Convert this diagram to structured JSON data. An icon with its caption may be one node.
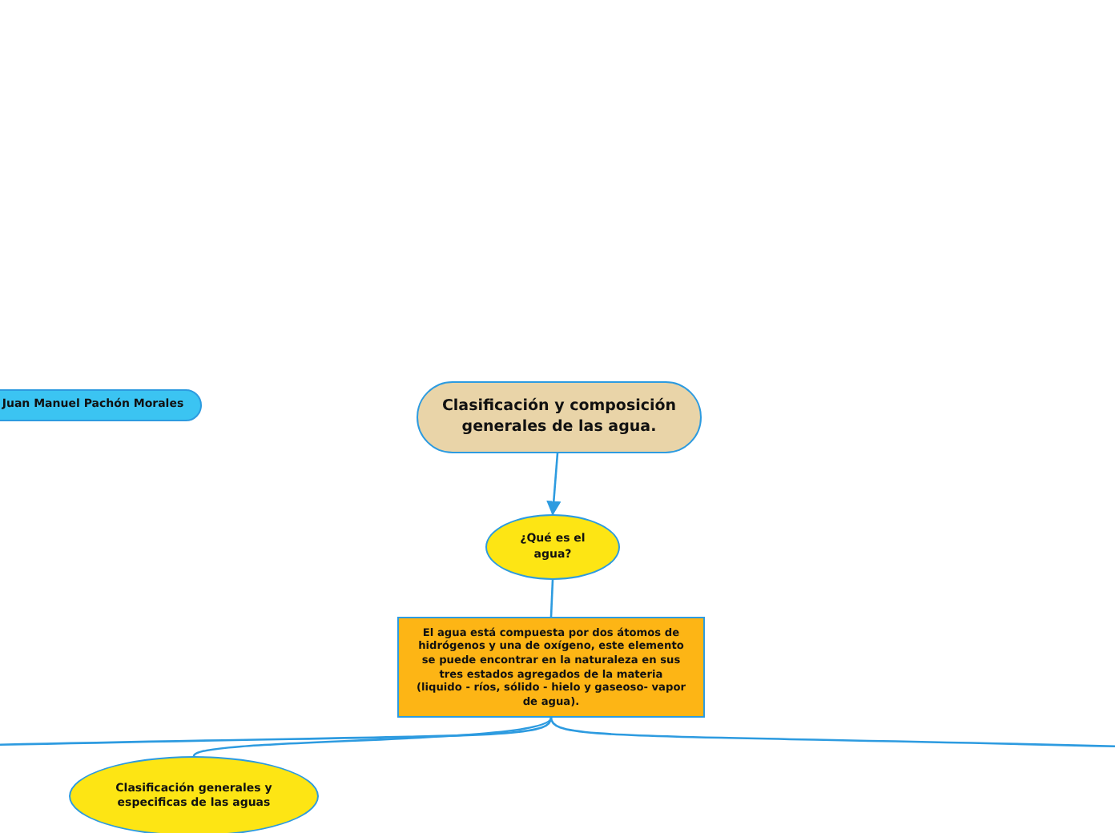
{
  "diagram": {
    "nodes": [
      {
        "text": [
          "Juan Manuel Pachón Morales"
        ]
      },
      {
        "text": [
          "Clasificación y composición generales de las agua."
        ]
      },
      {
        "text": [
          "¿Qué es el agua?"
        ]
      },
      {
        "text": [
          "El agua está compuesta por dos átomos de hidrógenos y una de oxígeno, este elemento se puede encontrar en la naturaleza en sus tres estados agregados de la materia (liquido - ríos, sólido - hielo y gaseoso- vapor de agua)."
        ]
      },
      {
        "text": [
          "Clasificación generales y especificas de las aguas"
        ]
      }
    ],
    "edges": [
      {
        "from": 1,
        "to": 2,
        "arrow": "to"
      },
      {
        "from": 2,
        "to": 3,
        "arrow": "none"
      },
      {
        "from": 3,
        "to": 4,
        "arrow": "none"
      },
      {
        "from": 3,
        "to": null,
        "arrow": "none"
      },
      {
        "from": 3,
        "to": null,
        "arrow": "none"
      }
    ]
  }
}
